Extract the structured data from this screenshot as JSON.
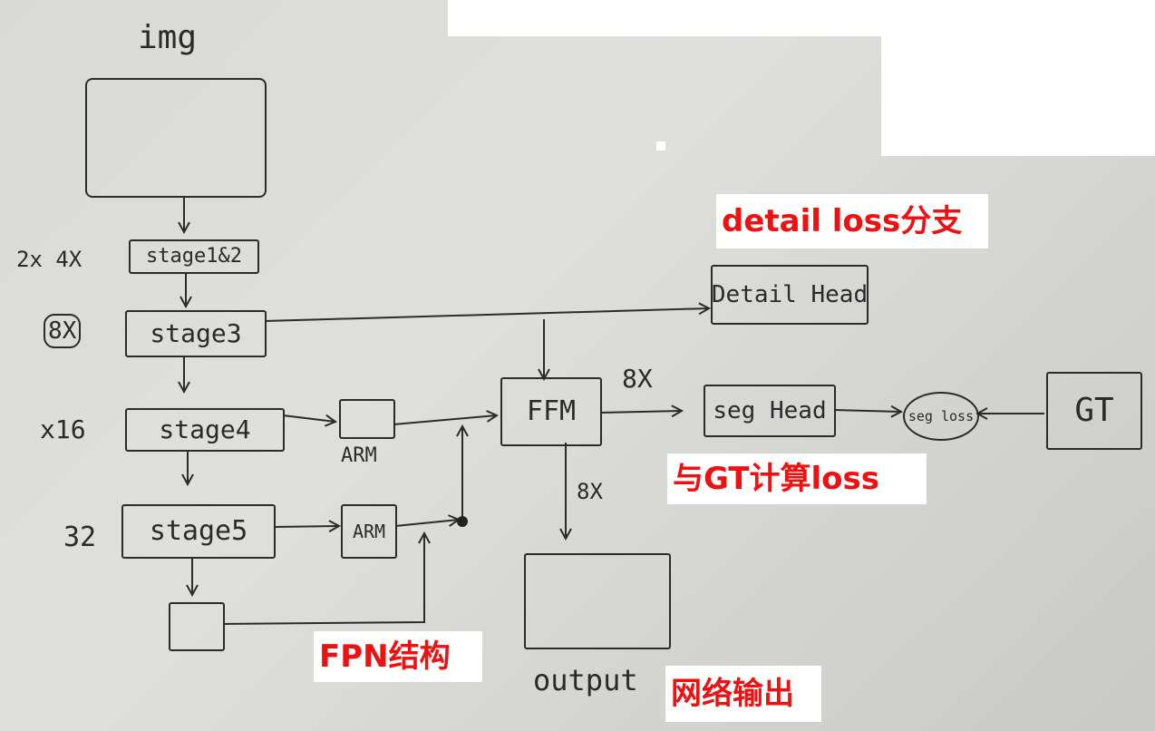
{
  "nodes": {
    "img": "img",
    "stage12": "stage1&2",
    "stage3": "stage3",
    "stage4": "stage4",
    "stage5": "stage5",
    "arm1": "ARM",
    "arm2": "ARM",
    "ffm": "FFM",
    "detail_head": "Detail Head",
    "seg_head": "seg Head",
    "seg_loss": "seg loss",
    "gt": "GT",
    "output": "output"
  },
  "scales": {
    "s2_4": "2x 4X",
    "s8": "8X",
    "s16": "x16",
    "s32": "32",
    "ffm_to_seg": "8X",
    "ffm_to_output": "8X"
  },
  "annotations": {
    "detail_loss": "detail loss分支",
    "gt_loss": "与GT计算loss",
    "fpn": "FPN结构",
    "network_output": "网络输出"
  },
  "colors": {
    "annotation_text": "#ee1111",
    "ink": "#2b2b2b"
  }
}
